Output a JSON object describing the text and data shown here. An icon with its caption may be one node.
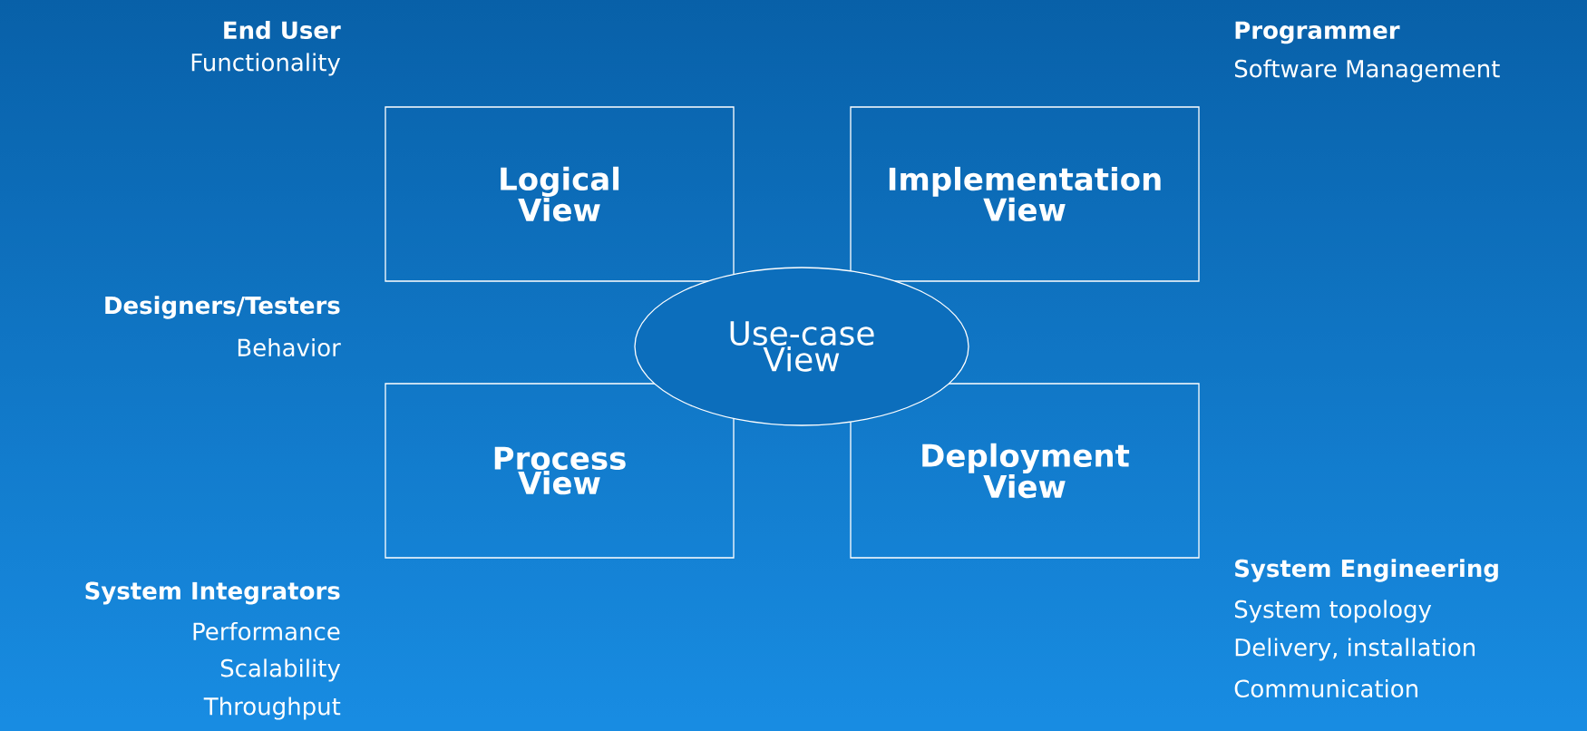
{
  "diagram": {
    "nodes": [
      {
        "text": [
          "Logical View"
        ]
      },
      {
        "text": [
          "Implementation View"
        ]
      },
      {
        "text": [
          "Process View"
        ]
      },
      {
        "text": [
          "Deployment View"
        ]
      },
      {
        "text": [
          "Use-case View"
        ]
      }
    ],
    "labels": [
      "End User",
      "Functionality",
      "Programmer",
      "Software Management",
      "Designers/Testers",
      "Behavior",
      "System Integrators",
      "Performance",
      "Scalability",
      "Throughput",
      "System Engineering",
      "System topology",
      "Delivery, installation",
      "Communication"
    ]
  }
}
